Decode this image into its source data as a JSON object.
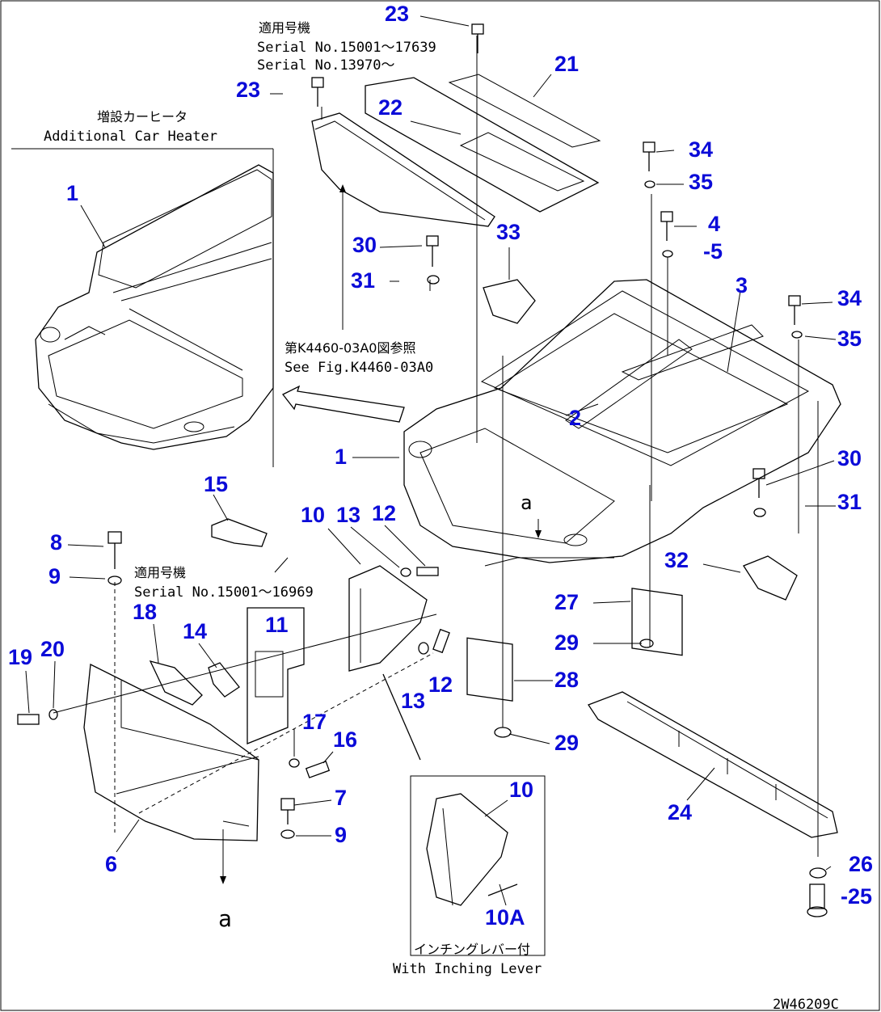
{
  "notes": {
    "serial_top_jp": "適用号機",
    "serial_top_1": "Serial No.15001～17639",
    "serial_top_2": "Serial No.13970～",
    "heater_jp": "増設カーヒータ",
    "heater_en": "Additional Car Heater",
    "fig_ref_jp": "第K4460-03A0図参照",
    "fig_ref_en": "See Fig.K4460-03A0",
    "serial_mid_jp": "適用号機",
    "serial_mid": "Serial No.15001～16969",
    "inching_jp": "インチングレバー付",
    "inching_en": "With Inching Lever",
    "view_a_top": "a",
    "view_a_bottom": "a",
    "drawing_code": "2W46209C"
  },
  "callouts": [
    {
      "id": "c23a",
      "label": "23"
    },
    {
      "id": "c21",
      "label": "21"
    },
    {
      "id": "c23b",
      "label": "23"
    },
    {
      "id": "c22",
      "label": "22"
    },
    {
      "id": "c34a",
      "label": "34"
    },
    {
      "id": "c35a",
      "label": "35"
    },
    {
      "id": "c1a",
      "label": "1"
    },
    {
      "id": "c4",
      "label": "4"
    },
    {
      "id": "c5",
      "label": "-5"
    },
    {
      "id": "c30a",
      "label": "30"
    },
    {
      "id": "c33",
      "label": "33"
    },
    {
      "id": "c31a",
      "label": "31"
    },
    {
      "id": "c3",
      "label": "3"
    },
    {
      "id": "c34b",
      "label": "34"
    },
    {
      "id": "c35b",
      "label": "35"
    },
    {
      "id": "c2",
      "label": "2"
    },
    {
      "id": "c1b",
      "label": "1"
    },
    {
      "id": "c30b",
      "label": "30"
    },
    {
      "id": "c31b",
      "label": "31"
    },
    {
      "id": "c15",
      "label": "15"
    },
    {
      "id": "c10a",
      "label": "10"
    },
    {
      "id": "c13a",
      "label": "13"
    },
    {
      "id": "c12a",
      "label": "12"
    },
    {
      "id": "c8",
      "label": "8"
    },
    {
      "id": "c9a",
      "label": "9"
    },
    {
      "id": "c32",
      "label": "32"
    },
    {
      "id": "c18",
      "label": "18"
    },
    {
      "id": "c11",
      "label": "11"
    },
    {
      "id": "c14",
      "label": "14"
    },
    {
      "id": "c27",
      "label": "27"
    },
    {
      "id": "c19",
      "label": "19"
    },
    {
      "id": "c20",
      "label": "20"
    },
    {
      "id": "c29a",
      "label": "29"
    },
    {
      "id": "c12b",
      "label": "12"
    },
    {
      "id": "c28",
      "label": "28"
    },
    {
      "id": "c13b",
      "label": "13"
    },
    {
      "id": "c17",
      "label": "17"
    },
    {
      "id": "c16",
      "label": "16"
    },
    {
      "id": "c29b",
      "label": "29"
    },
    {
      "id": "c10b",
      "label": "10"
    },
    {
      "id": "c7",
      "label": "7"
    },
    {
      "id": "c24",
      "label": "24"
    },
    {
      "id": "c9b",
      "label": "9"
    },
    {
      "id": "c6",
      "label": "6"
    },
    {
      "id": "c26",
      "label": "26"
    },
    {
      "id": "c25",
      "label": "-25"
    },
    {
      "id": "c10A",
      "label": "10A"
    }
  ]
}
